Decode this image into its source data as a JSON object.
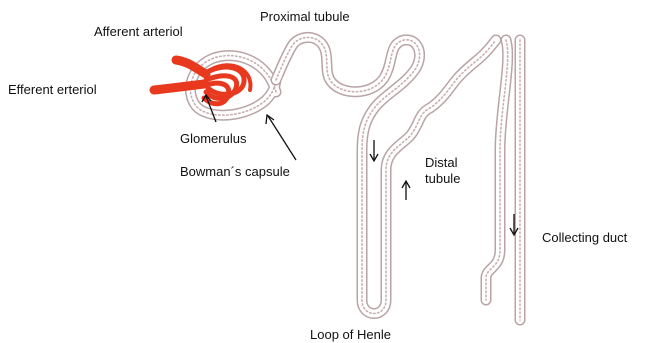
{
  "labels": {
    "afferent": "Afferent arteriol",
    "efferent": "Efferent erteriol",
    "proximal": "Proximal tubule",
    "glomerulus": "Glomerulus",
    "bowman": "Bowman´s capsule",
    "distal_line1": "Distal",
    "distal_line2": "tubule",
    "collecting": "Collecting duct",
    "henle": "Loop of Henle"
  },
  "colors": {
    "vessel": "#e8391f",
    "tubule": "#b9a3a6"
  }
}
